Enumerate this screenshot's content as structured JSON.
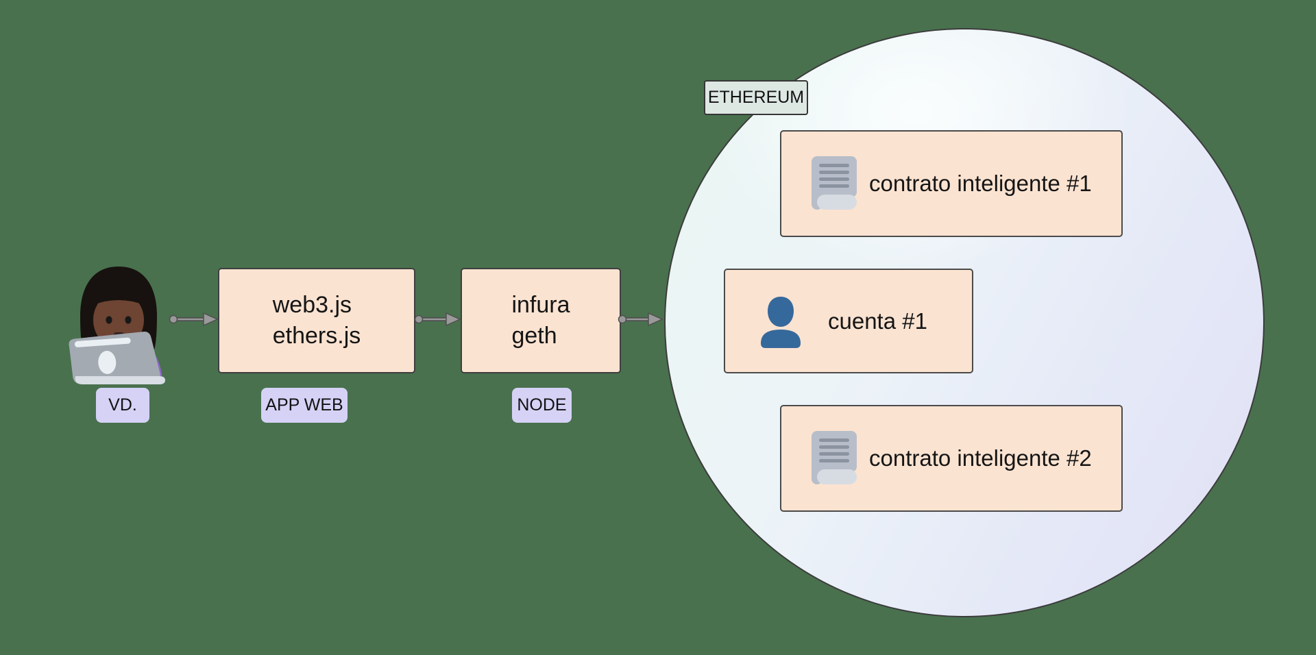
{
  "diagram": {
    "title": "web3 dapp architecture diagram",
    "background_color": "#49714E",
    "developer": {
      "tag": "VD.",
      "icon": "woman-technologist-emoji"
    },
    "app_web": {
      "line1": "web3.js",
      "line2": "ethers.js",
      "tag": "APP WEB"
    },
    "node": {
      "line1": "infura",
      "line2": "geth",
      "tag": "NODE"
    },
    "ethereum": {
      "tag": "ETHEREUM",
      "contract1": {
        "label": "contrato inteligente #1",
        "icon": "receipt-icon"
      },
      "account1": {
        "label": "cuenta #1",
        "icon": "person-silhouette-icon"
      },
      "contract2": {
        "label": "contrato inteligente #2",
        "icon": "receipt-icon"
      }
    },
    "connections": [
      {
        "from": "developer",
        "to": "app_web"
      },
      {
        "from": "app_web",
        "to": "node"
      },
      {
        "from": "node",
        "to": "ethereum"
      }
    ],
    "colors": {
      "background": "#49714E",
      "box_fill": "#FBE3D1",
      "box_border": "#3F3F3F",
      "tag_fill": "#D5D2F6",
      "ethereum_tag_fill": "#DEE8E3",
      "circle_gradient_start": "#E9F6F2",
      "circle_gradient_end": "#E1E1F6",
      "arrow_gray": "#9A9A9A",
      "arrow_dark": "#4F4F4F",
      "receipt_icon_gray": "#B7BEC9",
      "person_icon_blue": "#36699B",
      "shirt_purple": "#9266CC",
      "skin_brown": "#6E4433",
      "text": "#151515"
    }
  }
}
